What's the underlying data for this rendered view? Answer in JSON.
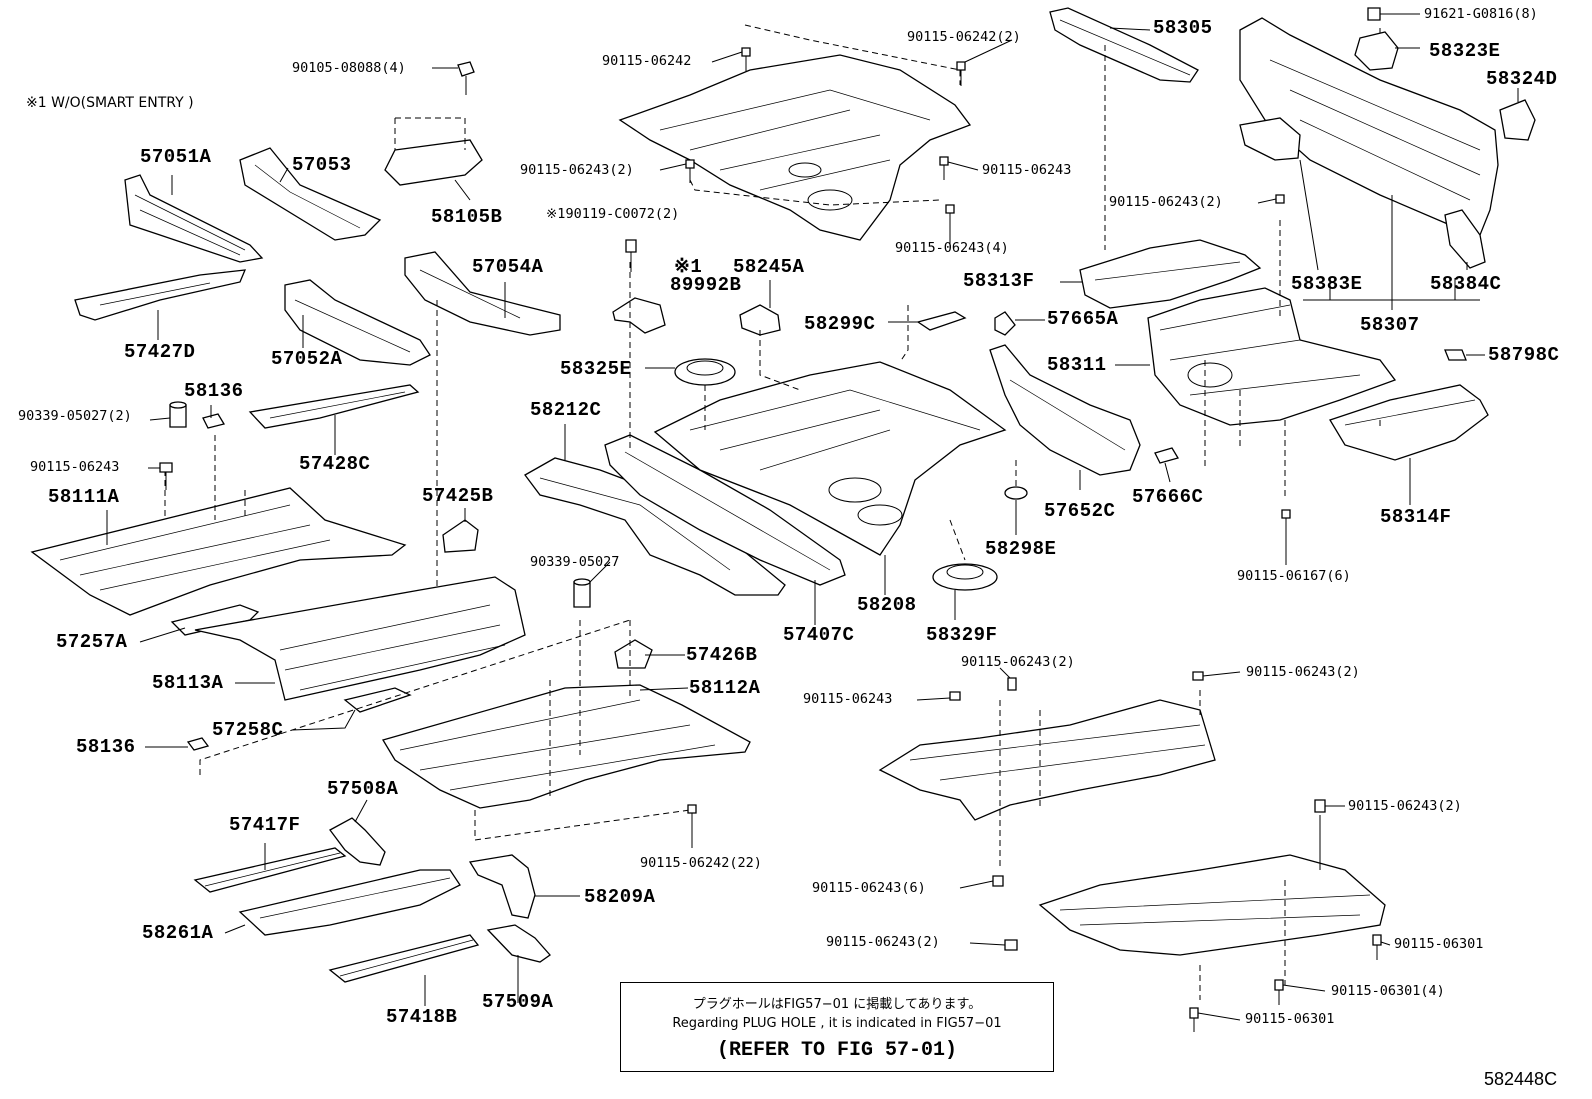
{
  "diagram": {
    "figure_code": "582448C",
    "footnote": "※1  W/O(SMART ENTRY )",
    "note_box": {
      "japanese": "プラグホールはFIG57−01 に掲載してあります。",
      "english": "Regarding PLUG HOLE , it is indicated in FIG57−01",
      "refer": "(REFER TO FIG 57-01)"
    },
    "parts": [
      {
        "id": "57051A"
      },
      {
        "id": "57053"
      },
      {
        "id": "58105B"
      },
      {
        "id": "57427D"
      },
      {
        "id": "57052A"
      },
      {
        "id": "57054A"
      },
      {
        "id": "58136"
      },
      {
        "id": "57428C"
      },
      {
        "id": "58111A"
      },
      {
        "id": "57425B"
      },
      {
        "id": "57257A"
      },
      {
        "id": "58113A"
      },
      {
        "id": "57258C"
      },
      {
        "id": "58136"
      },
      {
        "id": "57417F"
      },
      {
        "id": "57508A"
      },
      {
        "id": "58261A"
      },
      {
        "id": "57418B"
      },
      {
        "id": "57509A"
      },
      {
        "id": "58209A"
      },
      {
        "id": "57426B"
      },
      {
        "id": "58112A"
      },
      {
        "id": "58212C"
      },
      {
        "id": "57407C"
      },
      {
        "id": "58325E"
      },
      {
        "id": "89992B"
      },
      {
        "id": "58245A"
      },
      {
        "id": "58299C"
      },
      {
        "id": "58208"
      },
      {
        "id": "58329F"
      },
      {
        "id": "58298E"
      },
      {
        "id": "57652C"
      },
      {
        "id": "57666C"
      },
      {
        "id": "57665A"
      },
      {
        "id": "58311"
      },
      {
        "id": "58313F"
      },
      {
        "id": "58305"
      },
      {
        "id": "58323E"
      },
      {
        "id": "58324D"
      },
      {
        "id": "58383E"
      },
      {
        "id": "58307"
      },
      {
        "id": "58384C"
      },
      {
        "id": "58798C"
      },
      {
        "id": "58314F"
      },
      {
        "id": "※1"
      }
    ],
    "fasteners": [
      {
        "id": "90105-08088(4)"
      },
      {
        "id": "90339-05027(2)"
      },
      {
        "id": "90115-06243"
      },
      {
        "id": "90339-05027"
      },
      {
        "id": "90115-06242(22)"
      },
      {
        "id": "90115-06242"
      },
      {
        "id": "90115-06243(2)"
      },
      {
        "id": "90115-06242(2)"
      },
      {
        "id": "90115-06243"
      },
      {
        "id": "90115-06243(4)"
      },
      {
        "id": "※190119-C0072(2)"
      },
      {
        "id": "91621-G0816(8)"
      },
      {
        "id": "90115-06243(2)"
      },
      {
        "id": "90115-06167(6)"
      },
      {
        "id": "90115-06243(2)"
      },
      {
        "id": "90115-06243(2)"
      },
      {
        "id": "90115-06243"
      },
      {
        "id": "90115-06243(2)"
      },
      {
        "id": "90115-06243(6)"
      },
      {
        "id": "90115-06243(2)"
      },
      {
        "id": "90115-06301"
      },
      {
        "id": "90115-06301(4)"
      },
      {
        "id": "90115-06301"
      }
    ]
  }
}
